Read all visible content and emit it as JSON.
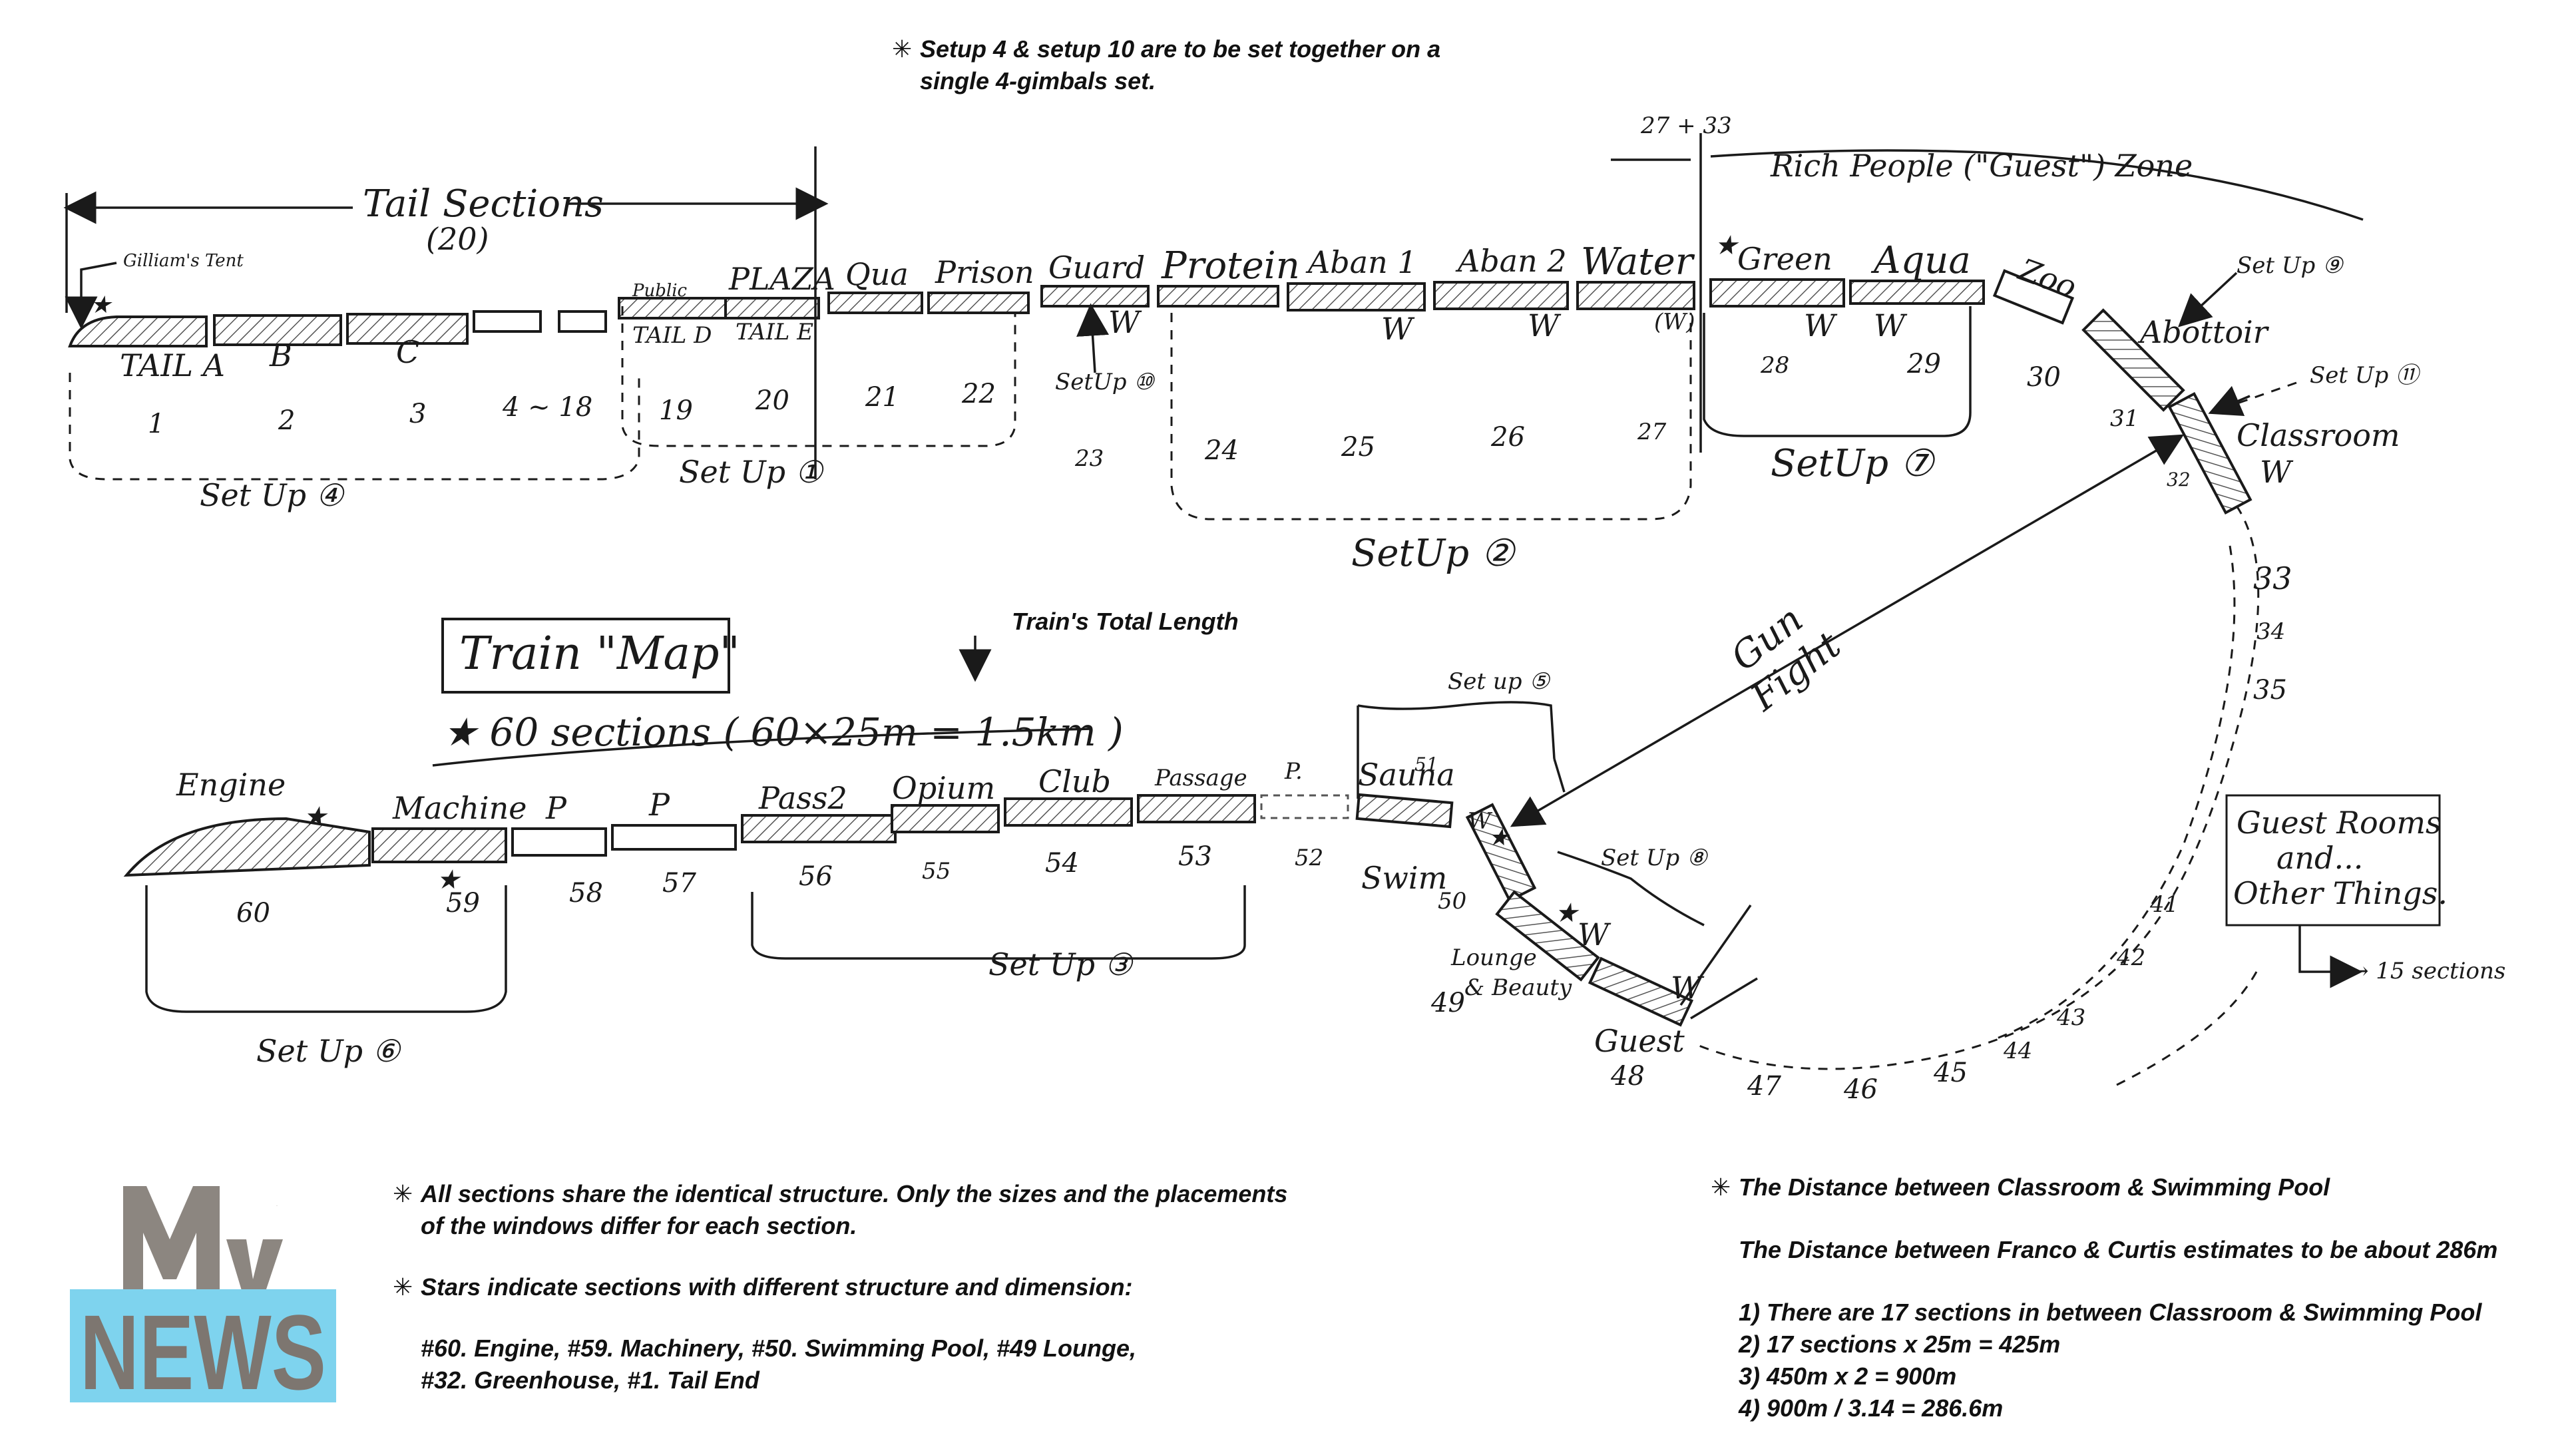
{
  "notes": {
    "top_note_line1": "Setup 4 & setup 10 are to be set together on  a",
    "top_note_line2": "single 4-gimbals set.",
    "total_length_label": "Train's Total Length",
    "bottom_left_line1": "All sections share the identical structure. Only the sizes and the placements",
    "bottom_left_line2": "of the windows differ for each section.",
    "stars_line": "Stars indicate sections with different structure and dimension:",
    "stars_list_line1": "#60. Engine, #59. Machinery, #50. Swimming Pool, #49 Lounge,",
    "stars_list_line2": "#32. Greenhouse, #1. Tail End",
    "right_title": "The Distance between Classroom & Swimming Pool",
    "right_estimate": "The Distance between Franco & Curtis estimates to be about 286m",
    "right_step1": "1)  There are 17 sections in between Classroom & Swimming Pool",
    "right_step2": "2) 17 sections x 25m = 425m",
    "right_step3": "3) 450m x 2 = 900m",
    "right_step4": "4) 900m / 3.14 = 286.6m",
    "mark_symbol": "✳"
  },
  "map": {
    "title": "Train \"Map\"",
    "sections_total": "★ 60 sections ( 60×25m = 1.5km )",
    "tail_sections": "Tail Sections",
    "tail_sections_count": "(20)",
    "gilliams_tent": "Gilliam's Tent",
    "rich_zone": "Rich People (\"Guest\") Zone",
    "rich_zone_range": "27 + 33",
    "gun_fight": "Gun",
    "gun_fight2": "Fight",
    "guest_rooms_line1": "Guest Rooms",
    "guest_rooms_line2": "and...",
    "guest_rooms_line3": "Other Things.",
    "guest_rooms_count": "→ 15 sections",
    "window_mark": "W",
    "window_mark_paren": "(W)",
    "star": "★"
  },
  "upper_cars": {
    "tail_a": "TAIL A",
    "b": "B",
    "c": "C",
    "public": "Public",
    "tail_d": "TAIL D",
    "plaza": "PLAZA",
    "tail_e": "TAIL E",
    "qua": "Qua",
    "prison": "Prison",
    "guard": "Guard",
    "protein": "Protein",
    "aban1": "Aban 1",
    "aban2": "Aban 2",
    "water": "Water",
    "green": "Green",
    "aqua": "Aqua",
    "zoo": "Zoo",
    "abattoir": "Abottoir",
    "classroom": "Classroom"
  },
  "lower_cars": {
    "engine": "Engine",
    "machine": "Machine",
    "p1": "P",
    "p2": "P",
    "pass2": "Pass2",
    "opium": "Opium",
    "club": "Club",
    "passage": "Passage",
    "p3": "P.",
    "sauna": "Sauna",
    "swim": "Swim",
    "lounge": "Lounge",
    "beauty": "& Beauty",
    "guest": "Guest"
  },
  "numbers": {
    "n1": "1",
    "n2": "2",
    "n3": "3",
    "n4_18": "4 ~ 18",
    "n19": "19",
    "n20": "20",
    "n21": "21",
    "n22": "22",
    "n23": "23",
    "n24": "24",
    "n25": "25",
    "n26": "26",
    "n27": "27",
    "n28": "28",
    "n29": "29",
    "n30": "30",
    "n31": "31",
    "n32": "32",
    "n33": "33",
    "n34": "34",
    "n35": "35",
    "n41": "41",
    "n42": "42",
    "n43": "43",
    "n44": "44",
    "n45": "45",
    "n46": "46",
    "n47": "47",
    "n48": "48",
    "n49": "49",
    "n50": "50",
    "n51": "51",
    "n52": "52",
    "n53": "53",
    "n54": "54",
    "n55": "55",
    "n56": "56",
    "n57": "57",
    "n58": "58",
    "n59": "59",
    "n60": "60"
  },
  "setups": {
    "s1": "Set Up ①",
    "s2": "SetUp ②",
    "s3": "Set Up ③",
    "s4": "Set Up ④",
    "s5": "Set up ⑤",
    "s6": "Set Up ⑥",
    "s7": "SetUp ⑦",
    "s8": "Set Up ⑧",
    "s9": "Set Up ⑨",
    "s10": "SetUp ⑩",
    "s11": "Set Up ⑪"
  },
  "logo": {
    "top": "MTV",
    "bottom": "NEWS",
    "top_color": "#8c8680",
    "bottom_bg": "#7ed3ee",
    "bottom_color": "#7d7670"
  }
}
